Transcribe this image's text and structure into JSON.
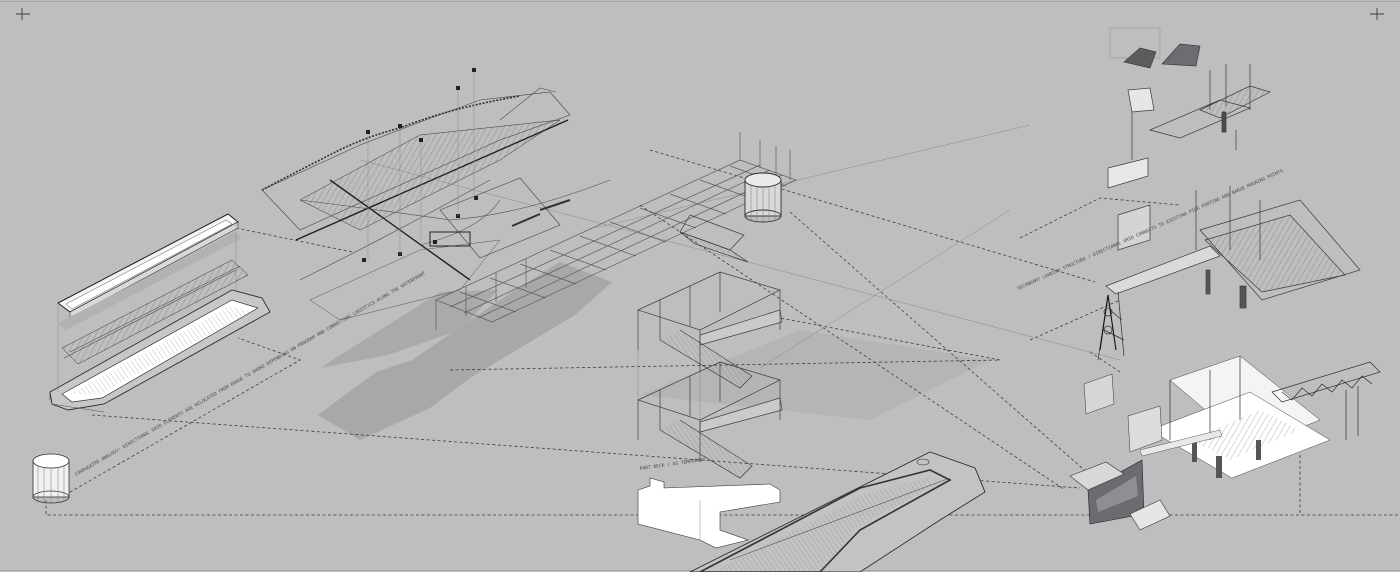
{
  "sheet": {
    "background": "#bdbec0",
    "line_color": "#3b3c3e",
    "shadow_color": "#a4a5a7",
    "highlight_color": "#ffffff"
  },
  "annotations": {
    "barge_note": "CORRUGATED ANALOGY: DIRECTIONAL GRID ELEMENTS ARE RELOCATED FROM BARGE TO SHORE DEPENDING ON PROGRAM AND CONNECTING LOGISTICS ALONG THE WATERFRONT",
    "pier_note": "SECONDARY LANDING STRUCTURE / DIRECTIONAL GRID CONNECTS TO EXISTING PIER FOOTING AND BARGE MOORING POINTS",
    "stair_note": "PART DECK / AS TEMPORARY"
  }
}
